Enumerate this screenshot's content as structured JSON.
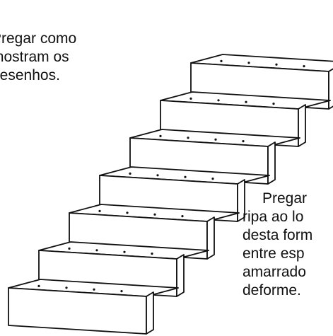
{
  "figure": {
    "caption_left": [
      "Pregar como",
      "mostram os",
      "desenhos."
    ],
    "caption_right": [
      "Pregar",
      "ripa ao lo",
      "desta form",
      "entre esp",
      "amarrado",
      "deforme."
    ],
    "step_count": 7,
    "ink_color": "#111111"
  }
}
